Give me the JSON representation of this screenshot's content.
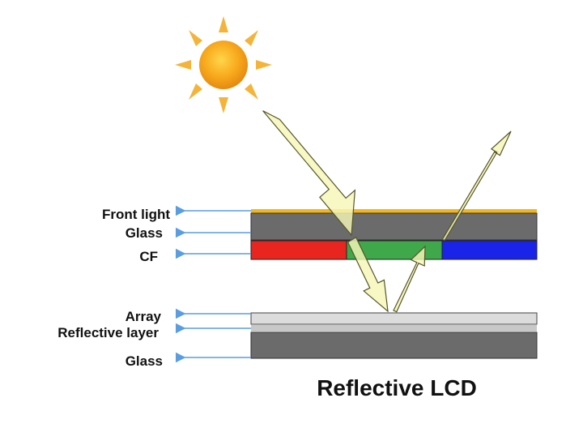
{
  "diagram": {
    "caption": "Reflective LCD",
    "labels": {
      "front_light": "Front light",
      "glass_top": "Glass",
      "cf": "CF",
      "array": "Array",
      "reflective_layer": "Reflective layer",
      "glass_bottom": "Glass"
    },
    "colors": {
      "front_light": "#f2b51e",
      "glass": "#6b6b6b",
      "cf_red": "#e8261f",
      "cf_green": "#3fa84a",
      "cf_blue": "#1a24e8",
      "array": "#dcdcdc",
      "reflective_layer": "#c8c8c8",
      "pointer_arrow": "#5a9ee0",
      "light_ray": "#f6f6b8",
      "sun": "#f7a81c"
    },
    "icons": [
      "sun-icon",
      "incident-light-arrow",
      "reflected-light-arrow"
    ]
  }
}
